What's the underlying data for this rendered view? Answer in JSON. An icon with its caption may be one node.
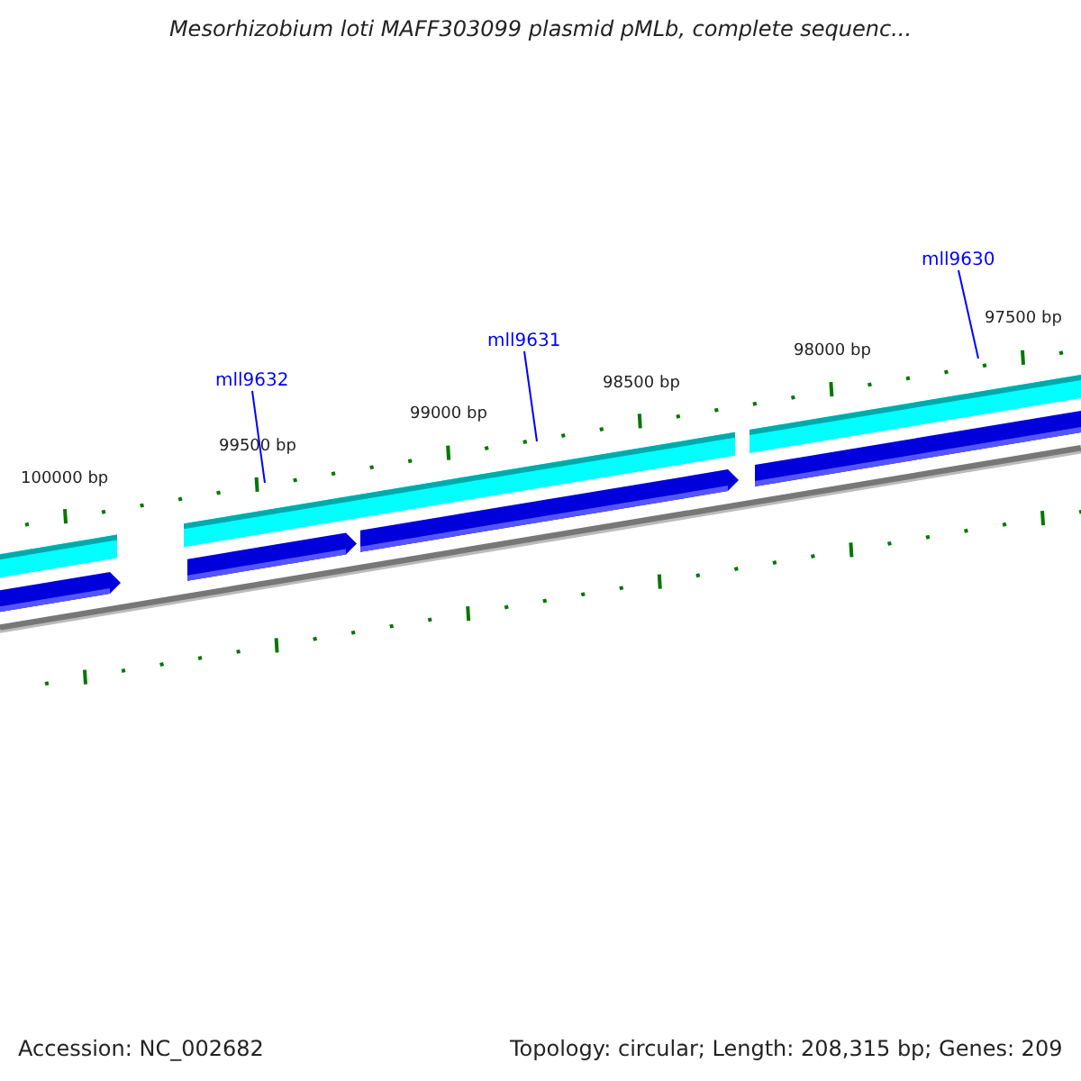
{
  "diagram": {
    "title": "Mesorhizobium loti MAFF303099 plasmid pMLb, complete sequenc...",
    "nodes": [
      {
        "text": [
          "mll9632"
        ]
      },
      {
        "text": [
          "mll9631"
        ]
      },
      {
        "text": [
          "mll9630"
        ]
      }
    ],
    "edges": [
      {
        "from": 0,
        "to": null,
        "arrow": "none"
      },
      {
        "from": 1,
        "to": null,
        "arrow": "none"
      },
      {
        "from": 2,
        "to": null,
        "arrow": "none"
      }
    ],
    "labels": [
      "100000 bp",
      "99500 bp",
      "99000 bp",
      "98500 bp",
      "98000 bp",
      "97500 bp",
      "Accession: NC_002682",
      "Topology: circular; Length: 208,315 bp; Genes: 209"
    ]
  }
}
